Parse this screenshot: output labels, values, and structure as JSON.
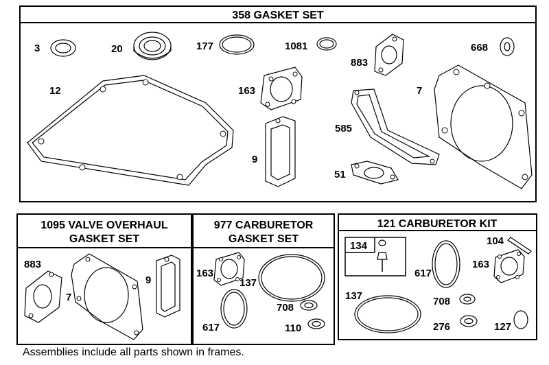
{
  "main_set": {
    "title": "358 GASKET SET",
    "parts": {
      "p3": "3",
      "p20": "20",
      "p177": "177",
      "p1081": "1081",
      "p883": "883",
      "p668": "668",
      "p12": "12",
      "p163": "163",
      "p7": "7",
      "p585": "585",
      "p9": "9",
      "p51": "51"
    }
  },
  "valve_set": {
    "title_line1": "1095 VALVE OVERHAUL",
    "title_line2": "GASKET SET",
    "parts": {
      "p883": "883",
      "p7": "7",
      "p9": "9"
    }
  },
  "carb_gasket_set": {
    "title_line1": "977 CARBURETOR",
    "title_line2": "GASKET SET",
    "parts": {
      "p163": "163",
      "p137": "137",
      "p617": "617",
      "p708": "708",
      "p110": "110"
    }
  },
  "carb_kit": {
    "title": "121 CARBURETOR KIT",
    "parts": {
      "p134": "134",
      "p104": "104",
      "p617": "617",
      "p163": "163",
      "p137": "137",
      "p708": "708",
      "p276": "276",
      "p127": "127"
    }
  },
  "footnote": "Assemblies include all parts shown in frames."
}
